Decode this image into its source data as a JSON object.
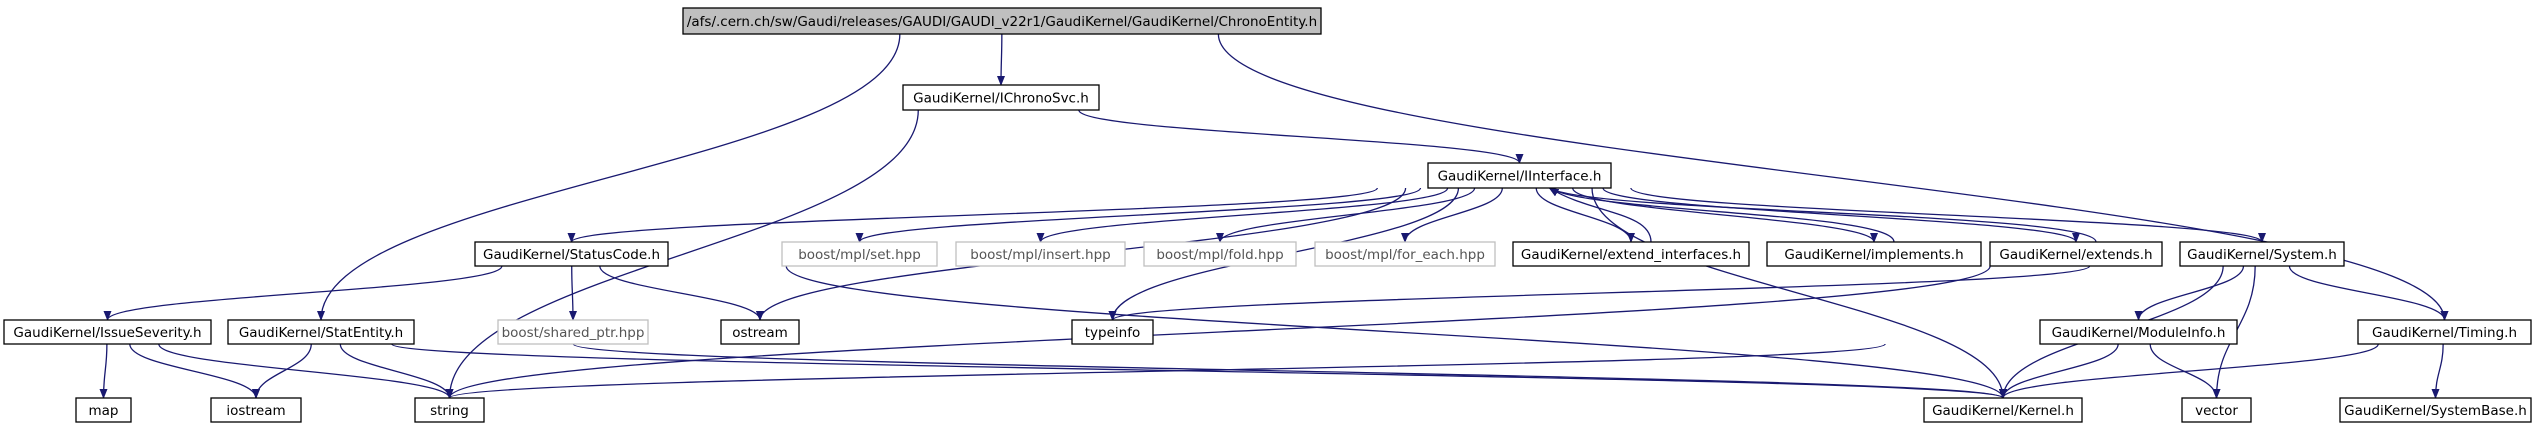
{
  "nodes": [
    {
      "id": "root",
      "label": "/afs/.cern.ch/sw/Gaudi/releases/GAUDI/GAUDI_v22r1/GaudiKernel/GaudiKernel/ChronoEntity.h",
      "style": "root"
    },
    {
      "id": "ichrono",
      "label": "GaudiKernel/IChronoSvc.h",
      "style": "normal"
    },
    {
      "id": "iinterface",
      "label": "GaudiKernel/IInterface.h",
      "style": "normal"
    },
    {
      "id": "statuscode",
      "label": "GaudiKernel/StatusCode.h",
      "style": "normal"
    },
    {
      "id": "mplset",
      "label": "boost/mpl/set.hpp",
      "style": "external"
    },
    {
      "id": "mplinsert",
      "label": "boost/mpl/insert.hpp",
      "style": "external"
    },
    {
      "id": "mplfold",
      "label": "boost/mpl/fold.hpp",
      "style": "external"
    },
    {
      "id": "mplforeach",
      "label": "boost/mpl/for_each.hpp",
      "style": "external"
    },
    {
      "id": "extendif",
      "label": "GaudiKernel/extend_interfaces.h",
      "style": "normal"
    },
    {
      "id": "implements",
      "label": "GaudiKernel/implements.h",
      "style": "normal"
    },
    {
      "id": "extends",
      "label": "GaudiKernel/extends.h",
      "style": "normal"
    },
    {
      "id": "system",
      "label": "GaudiKernel/System.h",
      "style": "normal"
    },
    {
      "id": "issue",
      "label": "GaudiKernel/IssueSeverity.h",
      "style": "normal"
    },
    {
      "id": "statentity",
      "label": "GaudiKernel/StatEntity.h",
      "style": "normal"
    },
    {
      "id": "sharedptr",
      "label": "boost/shared_ptr.hpp",
      "style": "external"
    },
    {
      "id": "ostream",
      "label": "ostream",
      "style": "normal"
    },
    {
      "id": "typeinfo",
      "label": "typeinfo",
      "style": "normal"
    },
    {
      "id": "moduleinfo",
      "label": "GaudiKernel/ModuleInfo.h",
      "style": "normal"
    },
    {
      "id": "timing",
      "label": "GaudiKernel/Timing.h",
      "style": "normal"
    },
    {
      "id": "map",
      "label": "map",
      "style": "normal"
    },
    {
      "id": "iostream",
      "label": "iostream",
      "style": "normal"
    },
    {
      "id": "string",
      "label": "string",
      "style": "normal"
    },
    {
      "id": "kernel",
      "label": "GaudiKernel/Kernel.h",
      "style": "normal"
    },
    {
      "id": "vector",
      "label": "vector",
      "style": "normal"
    },
    {
      "id": "systembase",
      "label": "GaudiKernel/SystemBase.h",
      "style": "normal"
    }
  ],
  "edges": [
    [
      "root",
      "ichrono"
    ],
    [
      "root",
      "statentity"
    ],
    [
      "root",
      "timing"
    ],
    [
      "ichrono",
      "iinterface"
    ],
    [
      "ichrono",
      "string"
    ],
    [
      "iinterface",
      "statuscode"
    ],
    [
      "iinterface",
      "mplset"
    ],
    [
      "iinterface",
      "mplinsert"
    ],
    [
      "iinterface",
      "mplfold"
    ],
    [
      "iinterface",
      "mplforeach"
    ],
    [
      "iinterface",
      "extendif"
    ],
    [
      "iinterface",
      "implements"
    ],
    [
      "iinterface",
      "extends"
    ],
    [
      "iinterface",
      "system"
    ],
    [
      "iinterface",
      "ostream"
    ],
    [
      "iinterface",
      "typeinfo"
    ],
    [
      "iinterface",
      "kernel"
    ],
    [
      "extendif",
      "iinterface"
    ],
    [
      "implements",
      "iinterface"
    ],
    [
      "extends",
      "iinterface"
    ],
    [
      "statuscode",
      "issue"
    ],
    [
      "statuscode",
      "sharedptr"
    ],
    [
      "statuscode",
      "ostream"
    ],
    [
      "statuscode",
      "kernel"
    ],
    [
      "issue",
      "map"
    ],
    [
      "issue",
      "iostream"
    ],
    [
      "issue",
      "string"
    ],
    [
      "issue",
      "kernel"
    ],
    [
      "statentity",
      "string"
    ],
    [
      "statentity",
      "iostream"
    ],
    [
      "statentity",
      "kernel"
    ],
    [
      "system",
      "typeinfo"
    ],
    [
      "system",
      "string"
    ],
    [
      "system",
      "moduleinfo"
    ],
    [
      "system",
      "timing"
    ],
    [
      "system",
      "kernel"
    ],
    [
      "system",
      "vector"
    ],
    [
      "moduleinfo",
      "kernel"
    ],
    [
      "moduleinfo",
      "string"
    ],
    [
      "moduleinfo",
      "vector"
    ],
    [
      "timing",
      "kernel"
    ],
    [
      "timing",
      "systembase"
    ]
  ],
  "colors": {
    "edge": "#191970",
    "root_fill": "#bfbfbf",
    "external_border": "#bfbfbf"
  }
}
